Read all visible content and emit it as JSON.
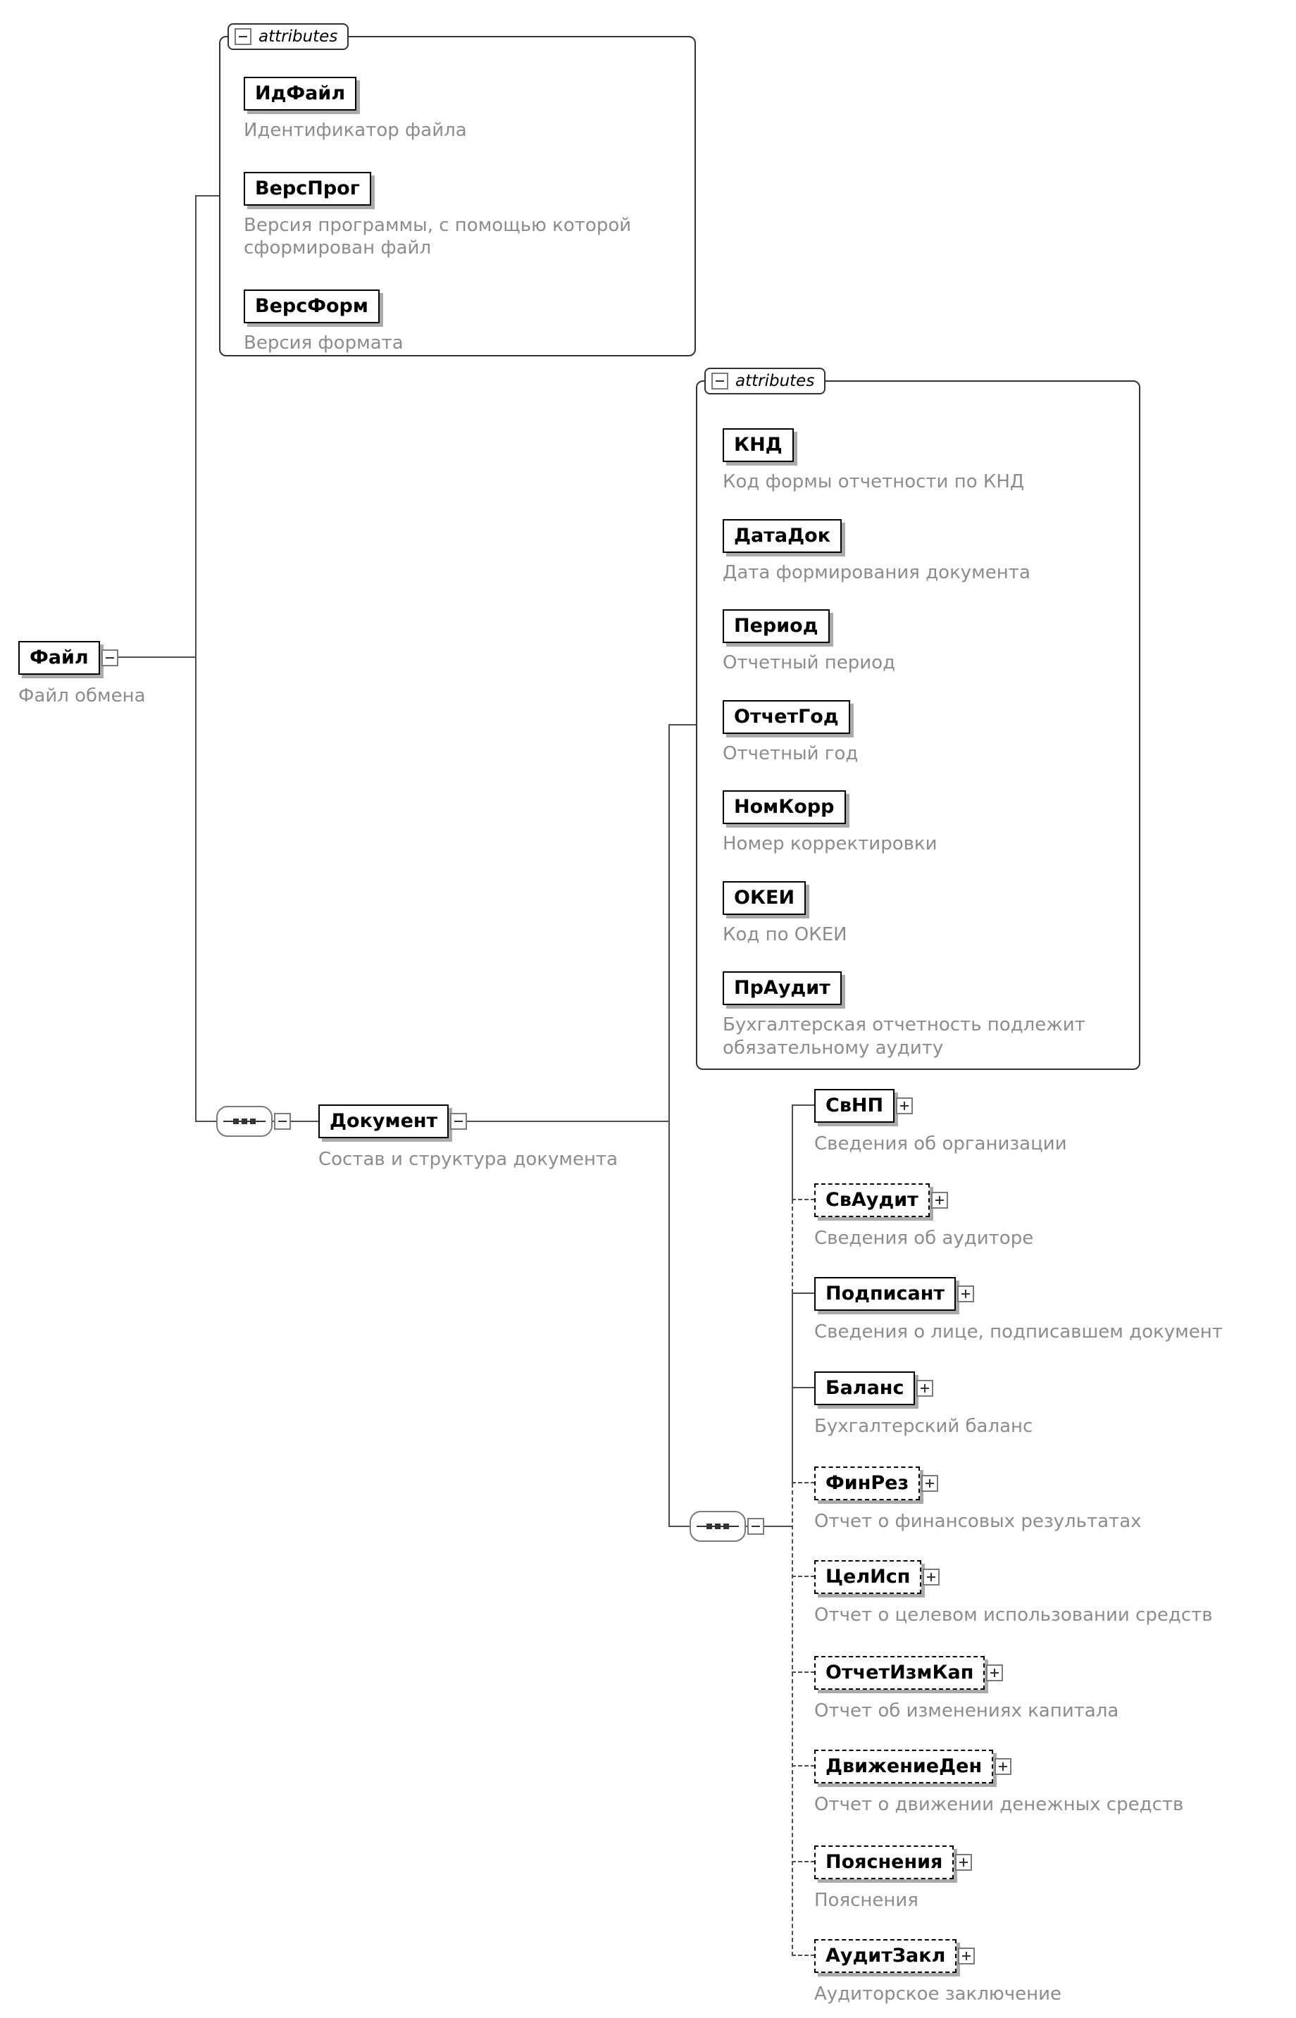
{
  "diagram": {
    "root": {
      "name": "Файл",
      "description": "Файл обмена"
    },
    "file_attributes": {
      "label": "attributes",
      "items": [
        {
          "name": "ИдФайл",
          "description": "Идентификатор файла"
        },
        {
          "name": "ВерсПрог",
          "description": "Версия программы, с помощью которой сформирован файл"
        },
        {
          "name": "ВерсФорм",
          "description": "Версия формата"
        }
      ]
    },
    "document": {
      "name": "Документ",
      "description": "Состав и структура документа"
    },
    "document_attributes": {
      "label": "attributes",
      "items": [
        {
          "name": "КНД",
          "description": "Код формы отчетности по КНД"
        },
        {
          "name": "ДатаДок",
          "description": "Дата формирования документа"
        },
        {
          "name": "Период",
          "description": "Отчетный период"
        },
        {
          "name": "ОтчетГод",
          "description": "Отчетный год"
        },
        {
          "name": "НомКорр",
          "description": "Номер корректировки"
        },
        {
          "name": "ОКЕИ",
          "description": "Код по ОКЕИ"
        },
        {
          "name": "ПрАудит",
          "description": "Бухгалтерская отчетность подлежит обязательному аудиту"
        }
      ]
    },
    "document_children": [
      {
        "name": "СвНП",
        "description": "Сведения об организации",
        "optional": false
      },
      {
        "name": "СвАудит",
        "description": "Сведения об аудиторе",
        "optional": true
      },
      {
        "name": "Подписант",
        "description": "Сведения о лице, подписавшем документ",
        "optional": false
      },
      {
        "name": "Баланс",
        "description": "Бухгалтерский баланс",
        "optional": false
      },
      {
        "name": "ФинРез",
        "description": "Отчет о финансовых результатах",
        "optional": true
      },
      {
        "name": "ЦелИсп",
        "description": "Отчет о целевом использовании средств",
        "optional": true
      },
      {
        "name": "ОтчетИзмКап",
        "description": "Отчет об изменениях капитала",
        "optional": true
      },
      {
        "name": "ДвижениеДен",
        "description": "Отчет о движении денежных средств",
        "optional": true
      },
      {
        "name": "Пояснения",
        "description": "Пояснения",
        "optional": true
      },
      {
        "name": "АудитЗакл",
        "description": "Аудиторское заключение",
        "optional": true
      }
    ],
    "colors": {
      "line": "#4d4d4d",
      "description_text": "#8c8c8c",
      "box_border": "#000000",
      "box_shadow": "#aaaaaa"
    }
  }
}
